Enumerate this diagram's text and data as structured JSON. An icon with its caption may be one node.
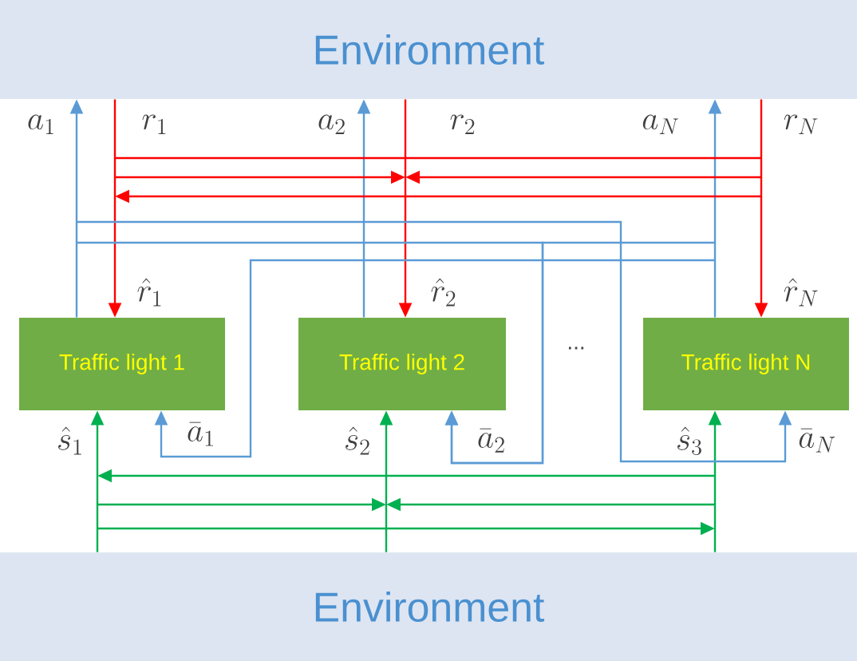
{
  "diagram": {
    "nodes": [
      {
        "text": [
          "Environment"
        ]
      },
      {
        "text": [
          "Environment"
        ]
      },
      {
        "text": [
          "Traffic light 1"
        ]
      },
      {
        "text": [
          "Traffic light 2"
        ]
      },
      {
        "text": [
          "Traffic light N"
        ]
      }
    ],
    "edges": [
      {
        "from": 2,
        "to": 0,
        "arrow": "to",
        "color": "#5b9bd5"
      },
      {
        "from": 0,
        "to": 2,
        "arrow": "to",
        "color": "#ff0000"
      },
      {
        "from": 3,
        "to": 0,
        "arrow": "to",
        "color": "#5b9bd5"
      },
      {
        "from": 0,
        "to": 3,
        "arrow": "to",
        "color": "#ff0000"
      },
      {
        "from": 4,
        "to": 0,
        "arrow": "to",
        "color": "#5b9bd5"
      },
      {
        "from": 0,
        "to": 4,
        "arrow": "to",
        "color": "#ff0000"
      },
      {
        "from": 1,
        "to": 2,
        "arrow": "to",
        "color": "#00b050"
      },
      {
        "from": 1,
        "to": 3,
        "arrow": "to",
        "color": "#00b050"
      },
      {
        "from": 1,
        "to": 4,
        "arrow": "to",
        "color": "#00b050"
      },
      {
        "from": 2,
        "to": 4,
        "arrow": "to",
        "color": "#5b9bd5"
      },
      {
        "from": 2,
        "to": 3,
        "arrow": "to",
        "color": "#5b9bd5"
      },
      {
        "from": 4,
        "to": 3,
        "arrow": "to",
        "color": "#5b9bd5"
      },
      {
        "from": 4,
        "to": 2,
        "arrow": "to",
        "color": "#5b9bd5"
      }
    ],
    "labels": [
      "a_1",
      "r_1",
      "a_2",
      "r_2",
      "a_N",
      "r_N",
      "\\hat{r}_1",
      "\\hat{r}_2",
      "\\hat{r}_N",
      "...",
      "\\hat{s}_1",
      "\\bar{a}_1",
      "\\hat{s}_2",
      "\\bar{a}_2",
      "\\hat{s}_3",
      "\\bar{a}_N"
    ]
  }
}
